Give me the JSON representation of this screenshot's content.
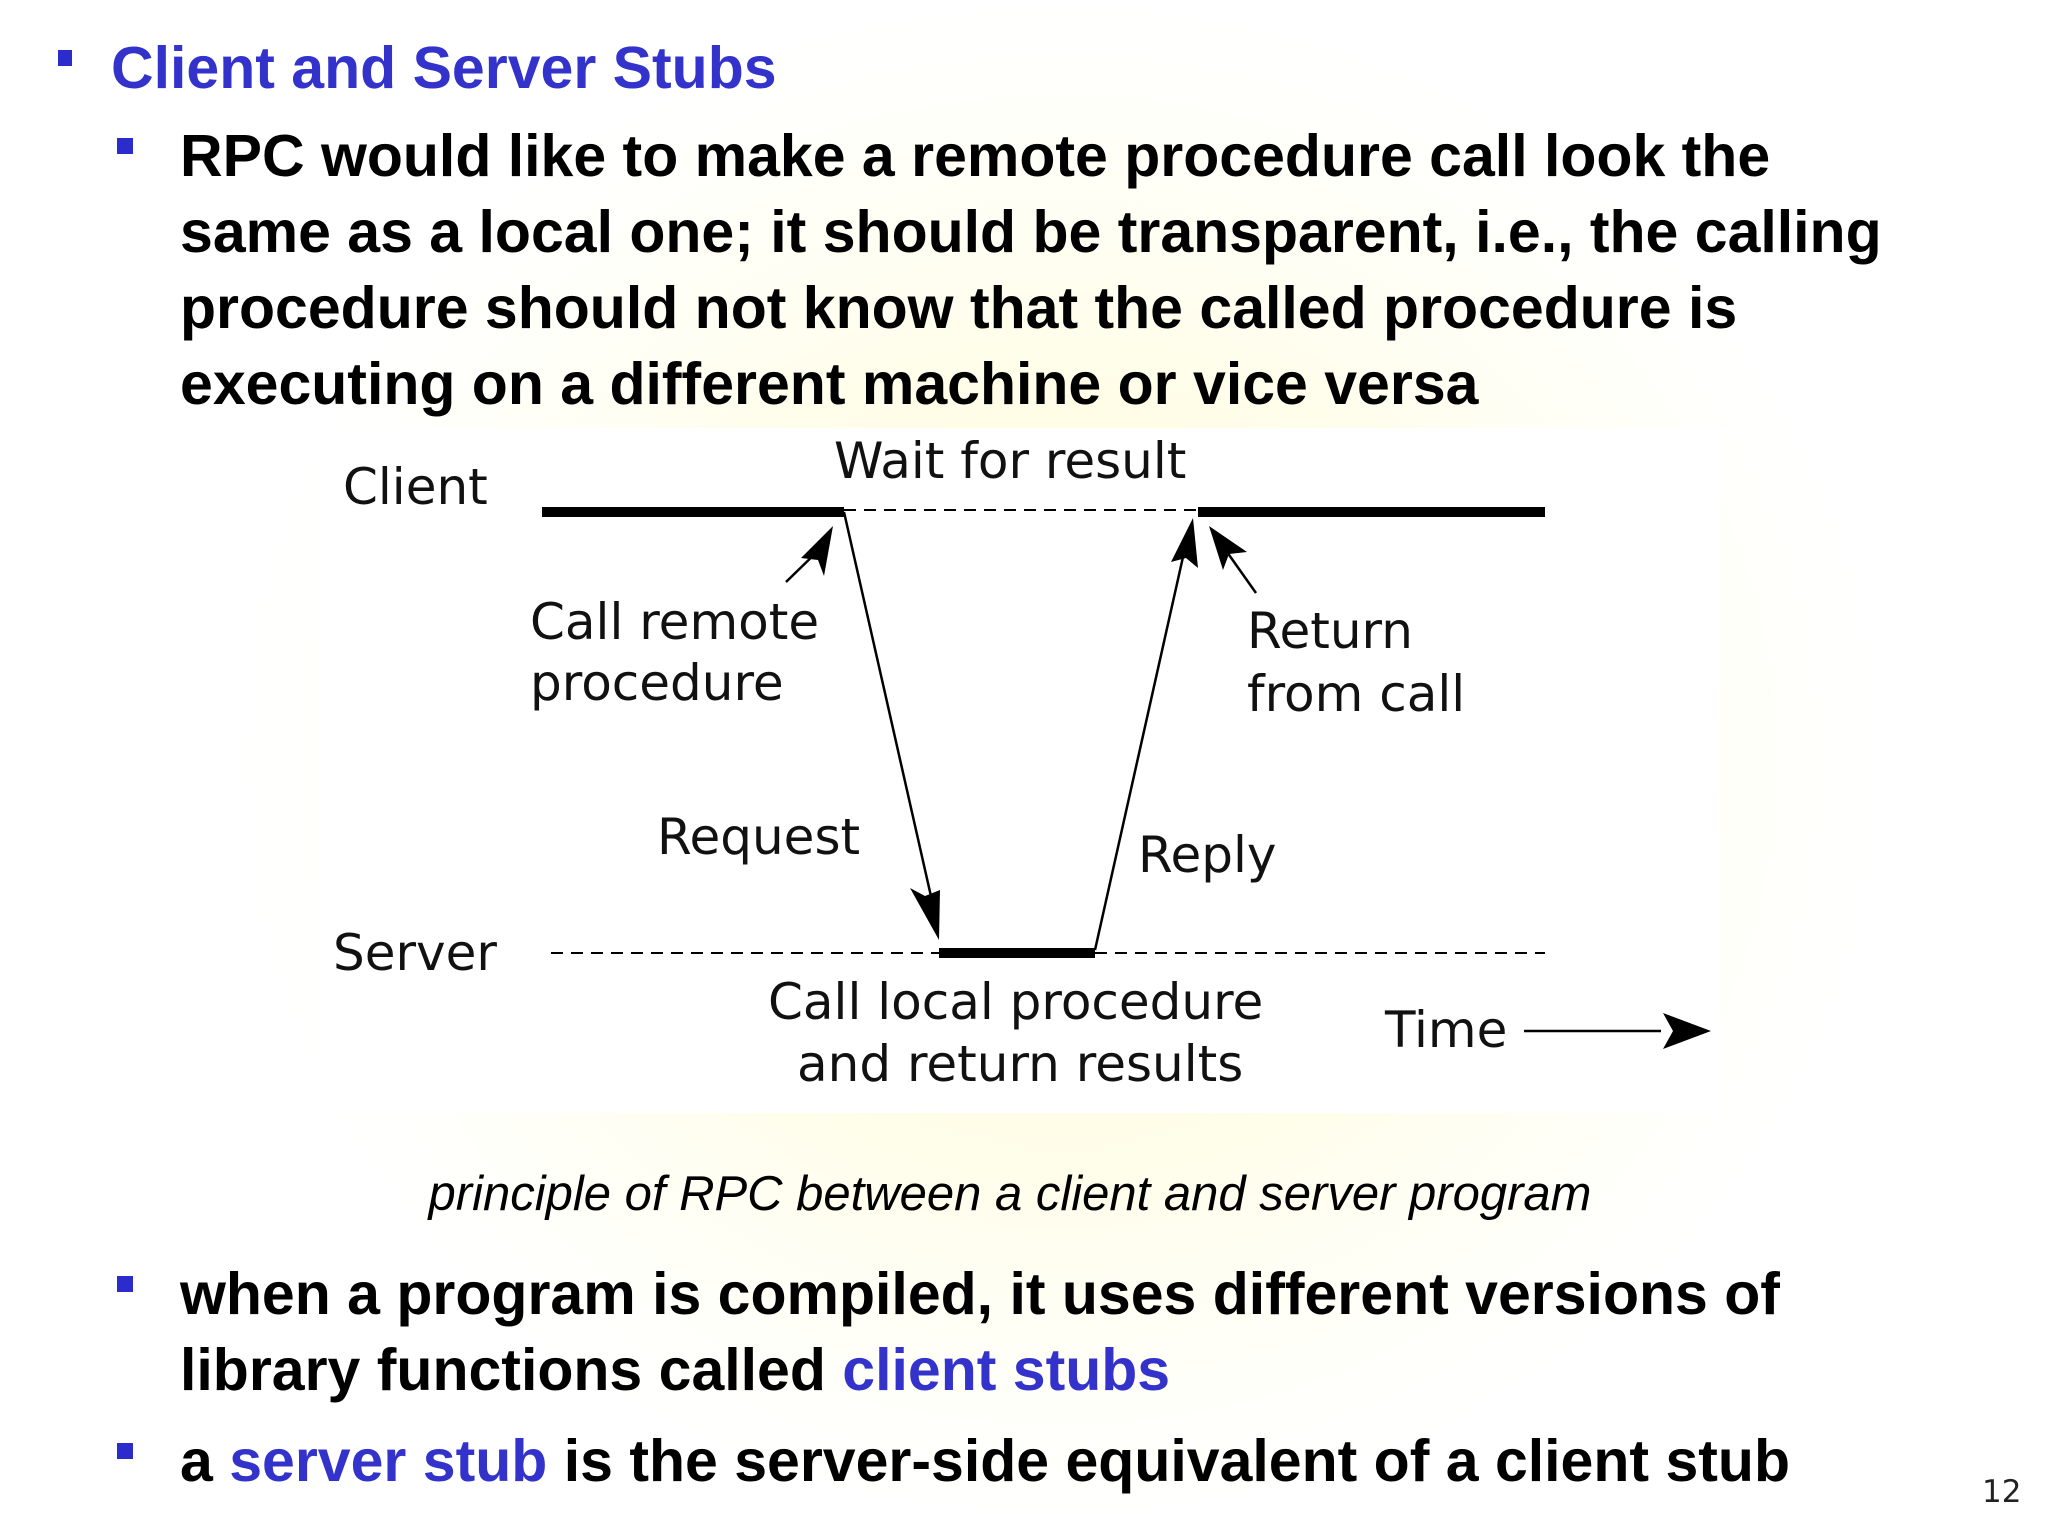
{
  "slide": {
    "title": "Client and Server Stubs",
    "bullet1": {
      "lines": [
        "RPC would like to make a remote procedure call look the",
        "same as a local one; it should be transparent, i.e., the calling",
        "procedure should not know that the called procedure is",
        "executing on a different machine or vice versa"
      ]
    },
    "diagram": {
      "client_label": "Client",
      "server_label": "Server",
      "wait_label": "Wait for result",
      "call_remote_line1": "Call remote",
      "call_remote_line2": "procedure",
      "return_line1": "Return",
      "return_line2": "from call",
      "request_label": "Request",
      "reply_label": "Reply",
      "local_line1": "Call local procedure",
      "local_line2": "and return results",
      "time_label": "Time"
    },
    "caption": "principle of RPC between a client and server program",
    "bullet2": {
      "line1": "when a program is compiled, it uses different versions of",
      "line2_prefix": "library functions called ",
      "line2_highlight": "client stubs"
    },
    "bullet3": {
      "prefix": "a ",
      "highlight": "server stub",
      "suffix": " is the server-side equivalent of a client stub"
    },
    "page_number": "12",
    "colors": {
      "accent": "#3333cc",
      "text": "#000000"
    }
  }
}
